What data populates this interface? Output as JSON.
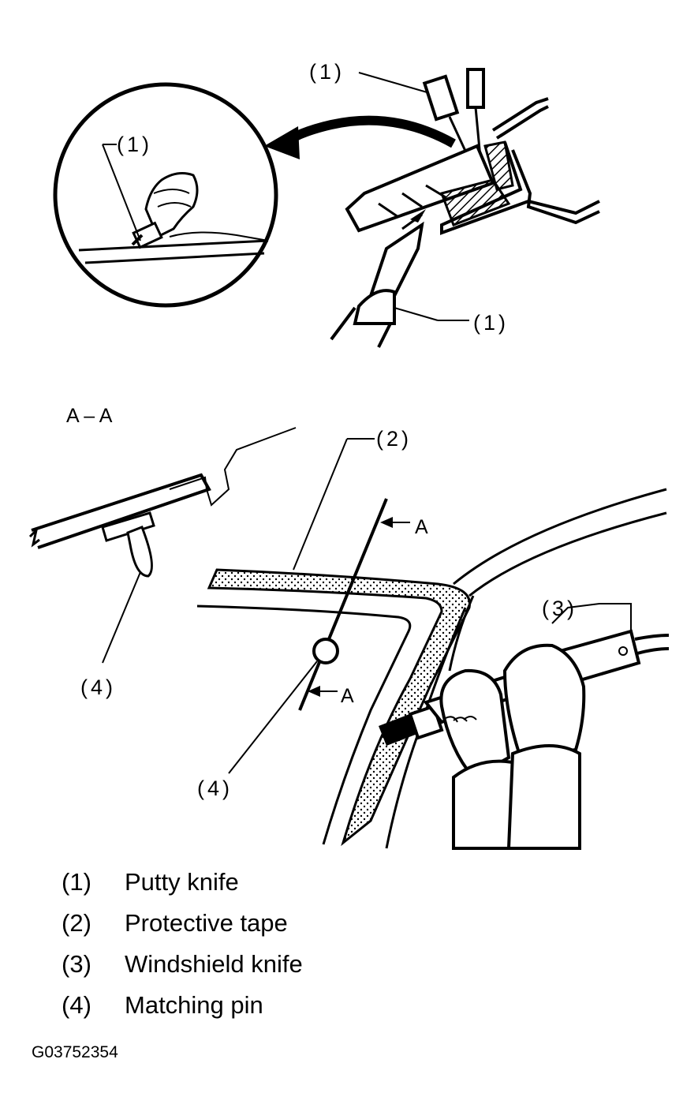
{
  "callouts": {
    "detail_top": "(1)",
    "circle_label": "(1)",
    "knife_label": "(1)",
    "section_title": "A – A",
    "tape_label": "(2)",
    "section_arrow_top": "A",
    "section_arrow_bottom": "A",
    "windshield_knife_label": "(3)",
    "pin_label_left": "(4)",
    "pin_label_bottom": "(4)"
  },
  "legend": [
    {
      "num": "(1)",
      "text": "Putty knife"
    },
    {
      "num": "(2)",
      "text": "Protective tape"
    },
    {
      "num": "(3)",
      "text": "Windshield knife"
    },
    {
      "num": "(4)",
      "text": "Matching pin"
    }
  ],
  "figure_code": "G03752354"
}
